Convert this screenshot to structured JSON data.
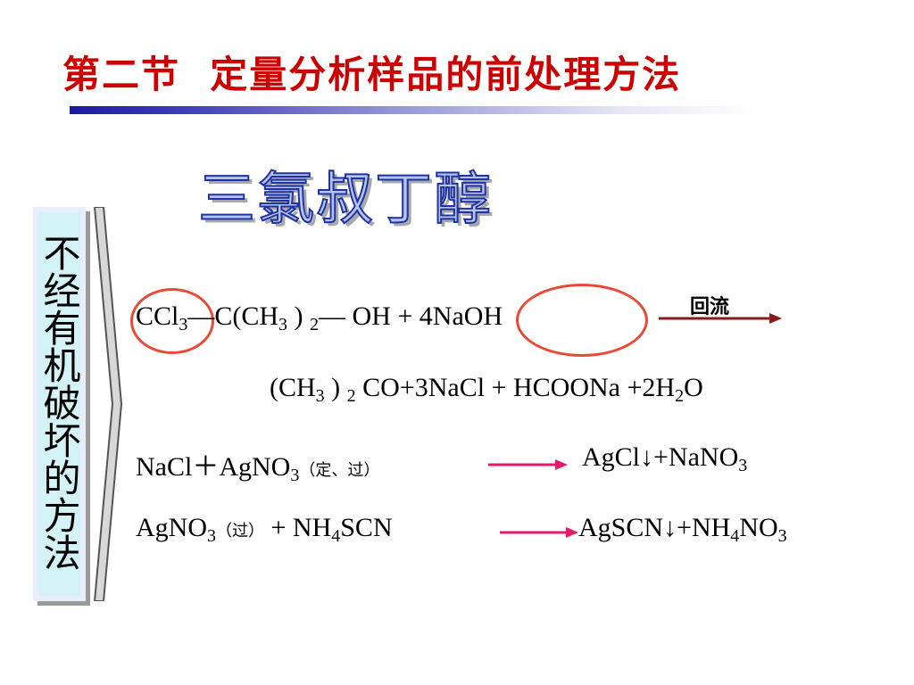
{
  "slide": {
    "title": "第二节  定量分析样品的前处理方法",
    "subtitle": "三氯叔丁醇",
    "sidebar_label": "不经有机破坏的方法",
    "reflux_label": "回流",
    "eq1": {
      "ccl3": "CCl",
      "ccl3_sub": "3",
      "link1": "—C(CH",
      "sub3": "3",
      "rp": " )",
      "sub2": "2",
      "oh": "— OH  +  4NaOH"
    },
    "eq2": {
      "lead": "(CH",
      "sub3": "3",
      "rp": " )",
      "sub2": "2",
      "mid": " CO+3NaCl +  HCOONa +2H",
      "h2sub": "2",
      "end": "O"
    },
    "eq3": {
      "lhs": "NaCl＋AgNO",
      "lhs_sub": "3",
      "note": "（定、过）",
      "rhs": "AgCl↓+NaNO",
      "rhs_sub": "3"
    },
    "eq4": {
      "lhs": "AgNO",
      "lhs_sub": "3",
      "note": "（过）",
      "plus": " +  NH",
      "nh_sub": "4",
      "scn": "SCN",
      "rhs": "AgSCN↓+NH",
      "rhs_sub1": "4",
      "rhs_no": "NO",
      "rhs_sub2": "3"
    }
  }
}
